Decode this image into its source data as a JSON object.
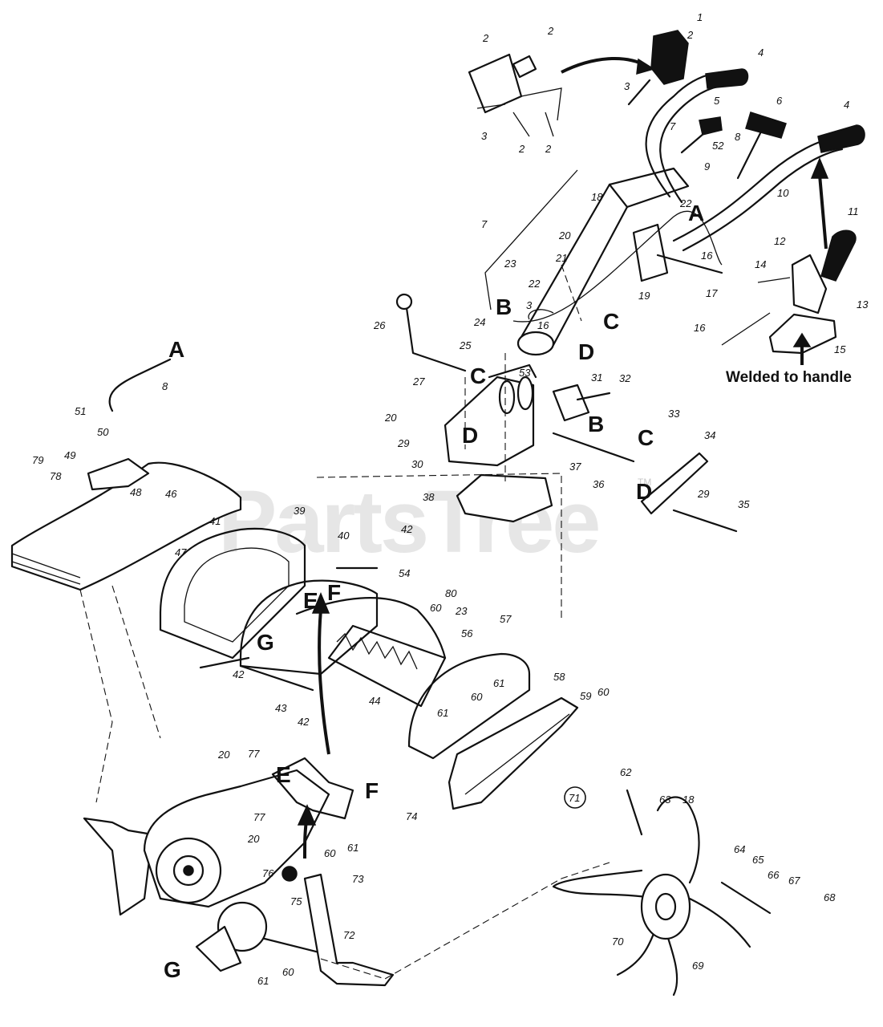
{
  "watermark": {
    "text": "PartsTree",
    "trademark": "TM"
  },
  "note": "Welded to handle",
  "assembly_callout": "71",
  "reference_letters": [
    "A",
    "B",
    "C",
    "D",
    "E",
    "F",
    "G"
  ],
  "part_callouts": [
    "1",
    "2",
    "3",
    "4",
    "5",
    "6",
    "7",
    "8",
    "9",
    "10",
    "11",
    "12",
    "13",
    "14",
    "15",
    "16",
    "17",
    "18",
    "19",
    "20",
    "21",
    "22",
    "23",
    "24",
    "25",
    "26",
    "27",
    "29",
    "30",
    "31",
    "32",
    "33",
    "34",
    "35",
    "36",
    "37",
    "38",
    "39",
    "40",
    "41",
    "42",
    "43",
    "44",
    "46",
    "47",
    "48",
    "49",
    "50",
    "51",
    "52",
    "53",
    "54",
    "56",
    "57",
    "58",
    "59",
    "60",
    "61",
    "62",
    "63",
    "64",
    "65",
    "66",
    "67",
    "68",
    "69",
    "70",
    "72",
    "73",
    "74",
    "75",
    "76",
    "77",
    "78",
    "79",
    "80"
  ]
}
